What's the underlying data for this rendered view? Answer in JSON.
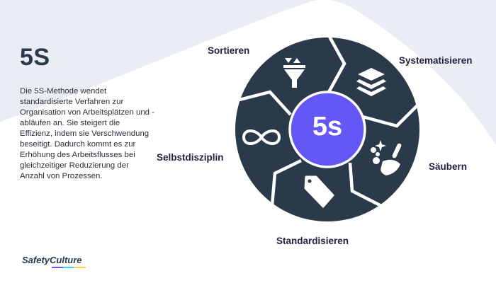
{
  "header": {
    "title": "5S",
    "description": "Die 5S-Methode wendet standardisierte Verfahren zur Organisation von Arbeitsplätzen und -abläufen an. Sie steigert die Effizienz, indem sie Verschwendung beseitigt. Dadurch kommt es zur Erhöhung des Arbeitsflusses bei gleichzeitiger Reduzierung der Anzahl von Prozessen."
  },
  "diagram": {
    "center_label": "5s",
    "segments": [
      {
        "label": "Sortieren",
        "icon": "funnel-icon"
      },
      {
        "label": "Systematisieren",
        "icon": "layers-icon"
      },
      {
        "label": "Säubern",
        "icon": "broom-icon"
      },
      {
        "label": "Standardisieren",
        "icon": "tag-icon"
      },
      {
        "label": "Selbstdisziplin",
        "icon": "infinity-icon"
      }
    ]
  },
  "brand": {
    "name": "SafetyCulture"
  },
  "colors": {
    "background_tint": "#e9eef5",
    "wheel": "#2b3a4a",
    "center": "#6358f6",
    "label_text": "#1f2340"
  }
}
